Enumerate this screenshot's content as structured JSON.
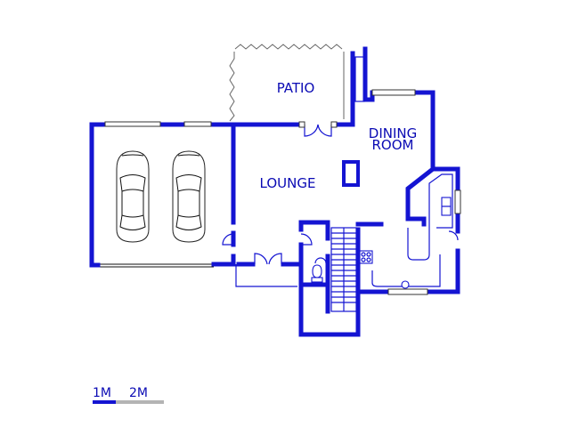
{
  "rooms": {
    "patio": "PATIO",
    "dining_room_line1": "DINING",
    "dining_room_line2": "ROOM",
    "lounge": "LOUNGE"
  },
  "scale_bar": {
    "label_1": "1M",
    "label_2": "2M"
  },
  "colors": {
    "wall": "#1414d2",
    "label": "#0a0ab4",
    "scale_secondary": "#b4b4b4"
  }
}
